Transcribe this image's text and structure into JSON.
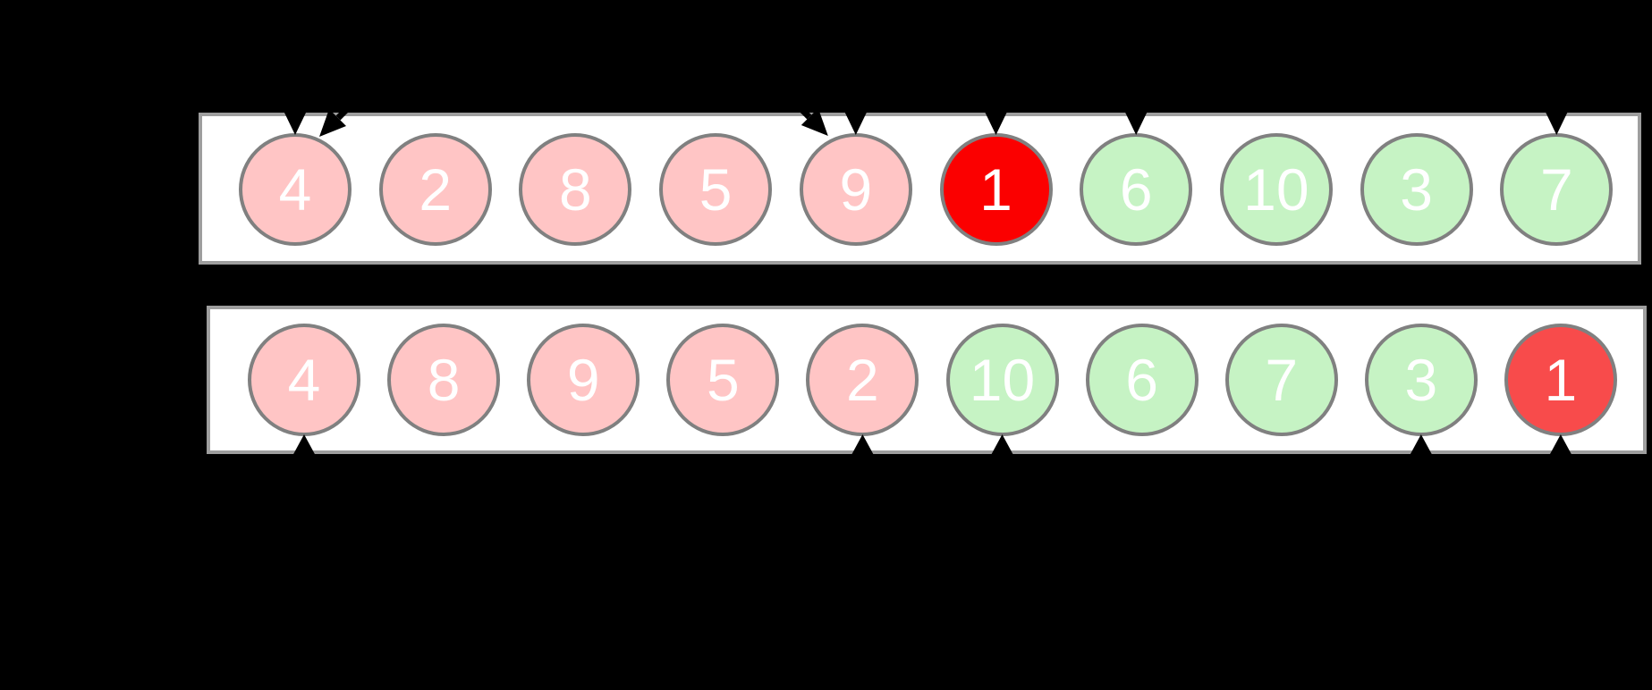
{
  "diagram": {
    "background_color": "#000000",
    "colors": {
      "box_fill": "#ffffff",
      "box_stroke": "#9e9e9e",
      "circle_stroke": "#808080",
      "number_color": "#ffffff",
      "arrow_color": "#000000",
      "pink_fill": "#ffc5c5",
      "green_fill": "#c6f3c4",
      "red_top_fill": "#fb0000",
      "red_bottom_fill": "#f84b4b"
    },
    "arrays": {
      "top": {
        "values": [
          "4",
          "2",
          "8",
          "5",
          "9",
          "1",
          "6",
          "10",
          "3",
          "7"
        ],
        "states": [
          "pink",
          "pink",
          "pink",
          "pink",
          "pink",
          "red_top",
          "green",
          "green",
          "green",
          "green"
        ]
      },
      "bottom": {
        "values": [
          "4",
          "8",
          "9",
          "5",
          "2",
          "10",
          "6",
          "7",
          "3",
          "1"
        ],
        "states": [
          "pink",
          "pink",
          "pink",
          "pink",
          "pink",
          "green",
          "green",
          "green",
          "green",
          "red_bottom"
        ]
      }
    },
    "pointers": {
      "top": [
        {
          "kind": "down",
          "circle_index": 0
        },
        {
          "kind": "diag-from-right",
          "circle_index": 0
        },
        {
          "kind": "diag-from-left",
          "circle_index": 4
        },
        {
          "kind": "down",
          "circle_index": 4
        },
        {
          "kind": "down",
          "circle_index": 5
        },
        {
          "kind": "down",
          "circle_index": 6
        },
        {
          "kind": "down",
          "circle_index": 9
        }
      ],
      "bottom": [
        {
          "kind": "up",
          "circle_index": 0
        },
        {
          "kind": "up",
          "circle_index": 4
        },
        {
          "kind": "up",
          "circle_index": 5
        },
        {
          "kind": "up",
          "circle_index": 8
        },
        {
          "kind": "up",
          "circle_index": 9
        }
      ]
    }
  }
}
